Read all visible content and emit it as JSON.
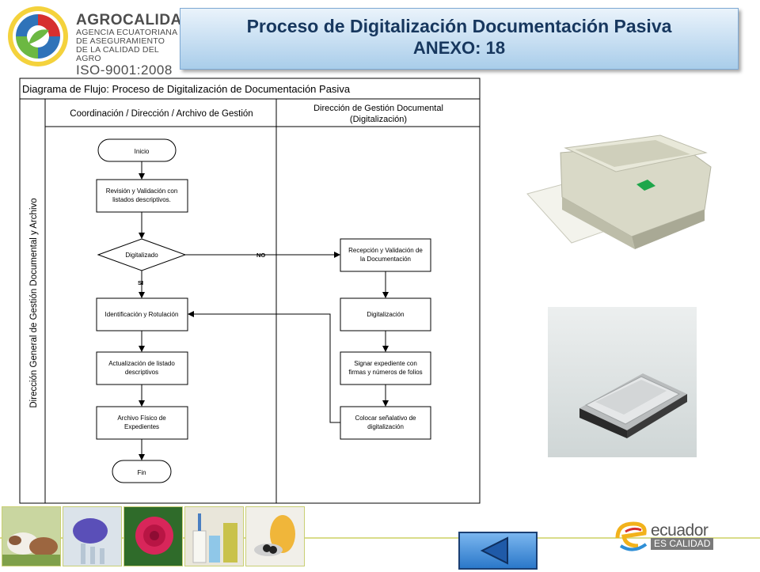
{
  "logo": {
    "brand": "AGROCALIDAD",
    "subtitle_lines": [
      "AGENCIA ECUATORIANA",
      "DE ASEGURAMIENTO",
      "DE LA CALIDAD DEL AGRO"
    ],
    "iso": "ISO-9001:2008"
  },
  "header": {
    "title": "Proceso de Digitalización Documentación Pasiva",
    "annex": "ANEXO: 18"
  },
  "diagram": {
    "title": "Diagrama de Flujo: Proceso de Digitalización de Documentación Pasiva",
    "vertical_label": "Dirección General de Gestión Documental y Archivo",
    "lane_left": "Coordinación / Dirección / Archivo de Gestión",
    "lane_right_lines": [
      "Dirección de Gestión Documental",
      "(Digitalización)"
    ],
    "nodes": {
      "inicio": "Inicio",
      "revision": [
        "Revisión y Validación con",
        "listados descriptivos."
      ],
      "digitalizado": "Digitalizado",
      "identificacion": "Identificación y Rotulación",
      "actualizacion": [
        "Actualización de listado",
        "descriptivos"
      ],
      "archivo": [
        "Archivo Físico de",
        "Expedientes"
      ],
      "fin": "Fin",
      "recepcion": [
        "Recepción y Validación de",
        "la Documentación"
      ],
      "digitalizacion": "Digitalización",
      "signar": [
        "Signar expediente con",
        "firmas y números de folios"
      ],
      "colocar": [
        "Colocar señalativo de",
        "digitalización"
      ]
    },
    "edge_labels": {
      "no": "NO",
      "si": "SI"
    }
  },
  "footer": {
    "ecuador_name": "ecuador",
    "ecuador_tag": "ES CALIDAD"
  },
  "colors": {
    "title_text": "#17375e",
    "title_bg_top": "#eaf3fb",
    "title_bg_bottom": "#a9cdea",
    "button_blue": "#2b78c9",
    "footer_line": "#d9dc8a"
  }
}
